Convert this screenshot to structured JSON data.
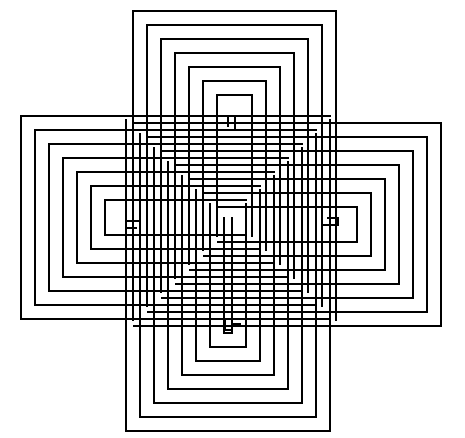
{
  "figure": {
    "description_visible_text": "",
    "background_color": "#ffffff",
    "stroke_color": "#000000",
    "spirals": [
      {
        "name": "top-spiral",
        "turns": 9,
        "opening": "bottom"
      },
      {
        "name": "bottom-spiral",
        "turns": 9,
        "opening": "top"
      },
      {
        "name": "left-spiral",
        "turns": 9,
        "opening": "right"
      },
      {
        "name": "right-spiral",
        "turns": 9,
        "opening": "left"
      }
    ]
  }
}
